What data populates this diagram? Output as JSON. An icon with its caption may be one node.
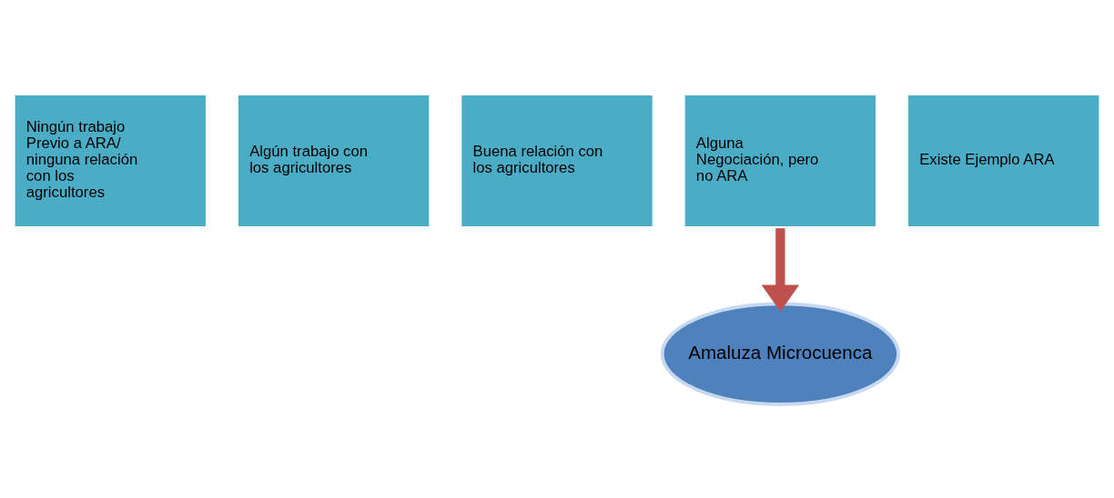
{
  "diagram": {
    "nodes": [
      {
        "text": [
          "Ningún trabajo Previo a ARA/ ninguna relación con los agricultores"
        ]
      },
      {
        "text": [
          "Algún trabajo con los agricultores"
        ]
      },
      {
        "text": [
          "Buena relación con los agricultores"
        ]
      },
      {
        "text": [
          "Alguna Negociación, pero no ARA"
        ]
      },
      {
        "text": [
          "Existe Ejemplo ARA"
        ]
      },
      {
        "text": [
          "Amaluza Microcuenca"
        ]
      }
    ],
    "edges": [
      {
        "from": 3,
        "to": 5,
        "arrow": "to"
      }
    ]
  }
}
